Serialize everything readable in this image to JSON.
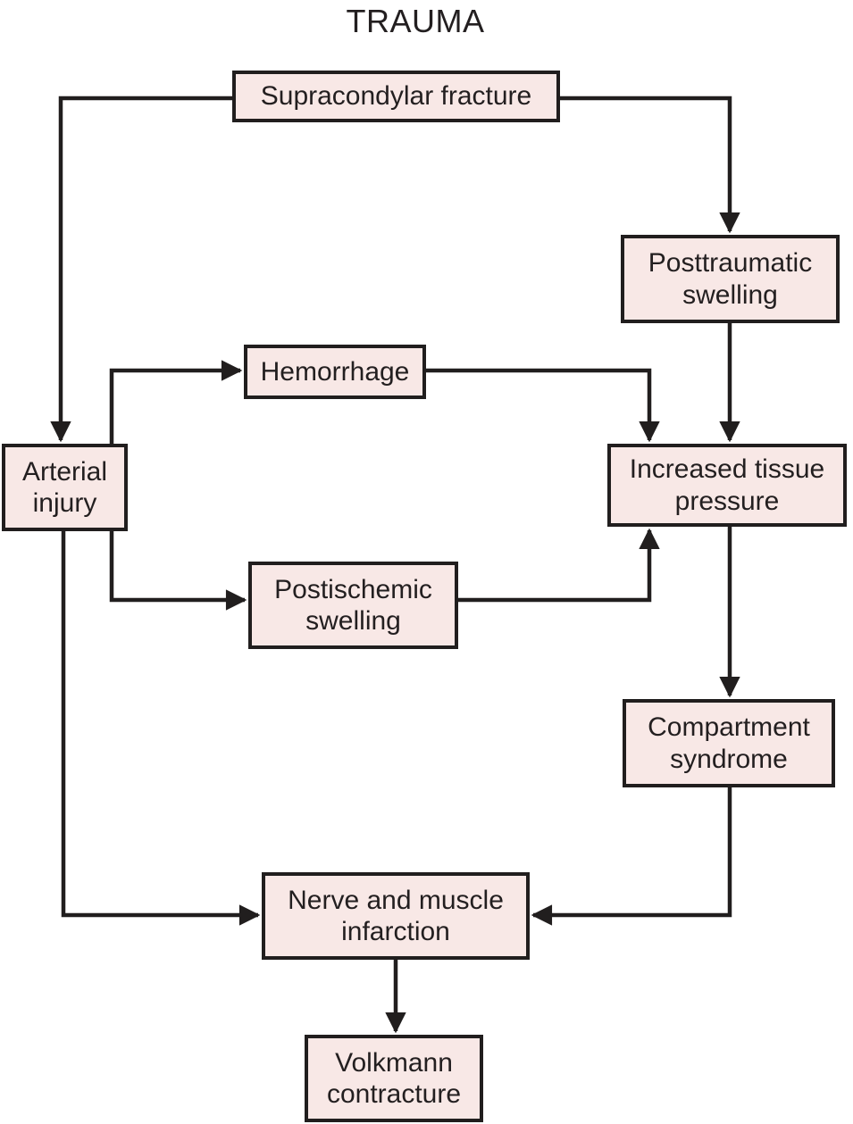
{
  "title": "TRAUMA",
  "colors": {
    "node_fill": "#f8e8e6",
    "node_border": "#211e1e",
    "connector": "#211e1e",
    "text": "#231f20",
    "background": "#ffffff"
  },
  "nodes": {
    "supracondylar": {
      "label": "Supracondylar fracture"
    },
    "posttraumatic": {
      "label": "Posttraumatic swelling"
    },
    "hemorrhage": {
      "label": "Hemorrhage"
    },
    "arterial": {
      "label": "Arterial injury"
    },
    "increased": {
      "label": "Increased tissue pressure"
    },
    "postischemic": {
      "label": "Postischemic swelling"
    },
    "compartment": {
      "label": "Compartment syndrome"
    },
    "nerve": {
      "label": "Nerve and muscle infarction"
    },
    "volkmann": {
      "label": "Volkmann contracture"
    }
  },
  "edges": [
    {
      "from": "Supracondylar fracture",
      "to": "Arterial injury"
    },
    {
      "from": "Supracondylar fracture",
      "to": "Posttraumatic swelling"
    },
    {
      "from": "Arterial injury",
      "to": "Hemorrhage"
    },
    {
      "from": "Arterial injury",
      "to": "Postischemic swelling"
    },
    {
      "from": "Arterial injury",
      "to": "Nerve and muscle infarction"
    },
    {
      "from": "Hemorrhage",
      "to": "Increased tissue pressure"
    },
    {
      "from": "Posttraumatic swelling",
      "to": "Increased tissue pressure"
    },
    {
      "from": "Postischemic swelling",
      "to": "Increased tissue pressure"
    },
    {
      "from": "Increased tissue pressure",
      "to": "Compartment syndrome"
    },
    {
      "from": "Compartment syndrome",
      "to": "Nerve and muscle infarction"
    },
    {
      "from": "Nerve and muscle infarction",
      "to": "Volkmann contracture"
    }
  ]
}
